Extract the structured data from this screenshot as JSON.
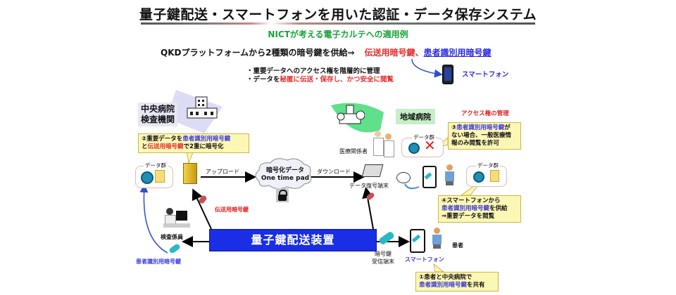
{
  "header": {
    "title": "量子鍵配送・スマートフォンを用いた認証・データ保存システム",
    "subtitle": "NICTが考える電子カルテへの適用例"
  },
  "supply": {
    "prefix": "QKDプラットフォームから2種類の暗号鍵を供給⇒",
    "transmission_key": "伝送用暗号鍵、",
    "patient_key": "患者識別用暗号鍵"
  },
  "bullets": {
    "line1": "・重要データへのアクセス権を階層的に管理",
    "line2_prefix": "・データを",
    "line2_red": "秘匿に伝送・保存し、かつ安全に閲覧"
  },
  "smartphone_top_label": "スマートフォン",
  "central_hospital": {
    "label_line1": "中央病院",
    "label_line2": "検査機関",
    "callout_prefix": "②重要データを",
    "callout_blue": "患者識別用暗号鍵",
    "callout_mid": "と",
    "callout_red": "伝送用暗号鍵",
    "callout_suffix": "で2重に暗号化",
    "data_group_label": "データ群",
    "upload_label": "アップロード",
    "transmission_key_label": "伝送用暗号鍵",
    "inspector_label": "検査係員",
    "patient_key_label": "患者識別用暗号鍵"
  },
  "cloud": {
    "line1": "暗号化データ",
    "line2": "One time pad",
    "download_label": "ダウンロード"
  },
  "regional_hospital": {
    "label": "地域病院",
    "access_mgmt": "アクセス権の管理",
    "medical_staff": "医療関係者",
    "terminal_label": "データ復号端末",
    "data_group_label": "データ群",
    "callout3_prefix": "③",
    "callout3_blue": "患者識別用暗号鍵",
    "callout3_line1_suffix": "が",
    "callout3_line2": "ない場合、一般医療情",
    "callout3_line3": "報のみ閲覧を許可",
    "data_group2_label": "データ群",
    "callout4_line1": "④スマートフォンから",
    "callout4_blue": "患者識別用暗号鍵",
    "callout4_line2_suffix": "を供給",
    "callout4_line3": "⇒重要データを閲覧"
  },
  "qkd_device": {
    "label": "量子鍵配送装置"
  },
  "receiver": {
    "line1": "暗号鍵",
    "line2": "受信端末",
    "smartphone_label": "スマートフォン",
    "patient_label": "患者",
    "callout1_line1": "①患者と中央病院で",
    "callout1_blue": "患者識別用暗号鍵",
    "callout1_suffix": "を共有"
  },
  "colors": {
    "title_rule": "#666666",
    "subtitle_green": "#1aa33a",
    "red_key": "#e52b2b",
    "blue_key": "#2b2be0",
    "qkd_blue": "#1a2ee6",
    "callout_yellow": "#fdf7b5",
    "regional_green": "#c6efc6"
  }
}
